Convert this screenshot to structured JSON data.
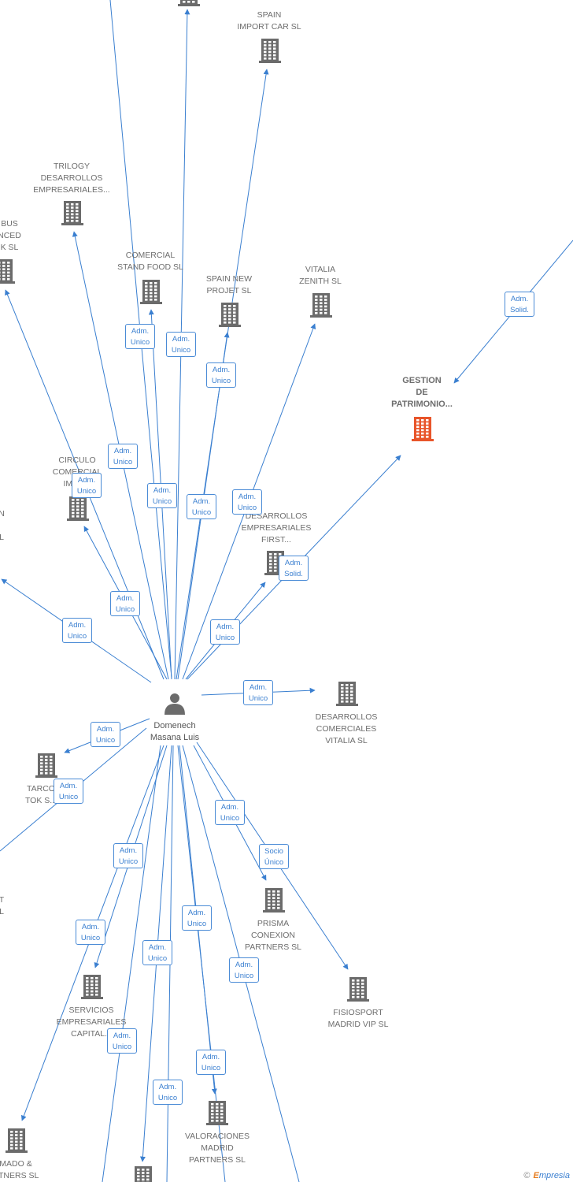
{
  "colors": {
    "edge": "#3a7fd0",
    "building": "#6b6b6b",
    "highlight": "#e8552a",
    "person": "#6b6b6b"
  },
  "person": {
    "name_line1": "Domenech",
    "name_line2": "Masana Luis",
    "icon": "person-icon"
  },
  "companies": [
    {
      "id": "top-partial",
      "lines": []
    },
    {
      "id": "spain-import-car",
      "lines": [
        "SPAIN",
        "IMPORT CAR  SL"
      ]
    },
    {
      "id": "trilogy",
      "lines": [
        "TRILOGY",
        "DESARROLLOS",
        "EMPRESARIALES..."
      ]
    },
    {
      "id": "bus-nced",
      "lines": [
        "BUS",
        "NCED",
        "K  SL"
      ]
    },
    {
      "id": "comercial-stand-food",
      "lines": [
        "COMERCIAL",
        "STAND FOOD SL"
      ]
    },
    {
      "id": "spain-new-projet",
      "lines": [
        "SPAIN NEW",
        "PROJET  SL"
      ]
    },
    {
      "id": "vitalia-zenith",
      "lines": [
        "VITALIA",
        "ZENITH  SL"
      ]
    },
    {
      "id": "gestion-patrimonio",
      "lines": [
        "GESTION",
        "DE",
        "PATRIMONIO..."
      ],
      "highlight": true
    },
    {
      "id": "circulo-comercial",
      "lines": [
        "CIRCULO",
        "COMERCIAL",
        "IMPU..."
      ]
    },
    {
      "id": "left-n",
      "lines": [
        "N",
        "",
        "L"
      ]
    },
    {
      "id": "desarrollos-first",
      "lines": [
        "DESARROLLOS",
        "EMPRESARIALES",
        "FIRST..."
      ]
    },
    {
      "id": "desarrollos-vitalia",
      "lines": [
        "DESARROLLOS",
        "COMERCIALES",
        "VITALIA  SL"
      ]
    },
    {
      "id": "tarco-tok",
      "lines": [
        "TARCO",
        "TOK  S..."
      ]
    },
    {
      "id": "left-t",
      "lines": [
        "T",
        "L"
      ]
    },
    {
      "id": "prisma-conexion",
      "lines": [
        "PRISMA",
        "CONEXION",
        "PARTNERS  SL"
      ]
    },
    {
      "id": "fisiosport",
      "lines": [
        "FISIOSPORT",
        "MADRID VIP  SL"
      ]
    },
    {
      "id": "servicios-capital",
      "lines": [
        "SERVICIOS",
        "EMPRESARIALES",
        "CAPITAL..."
      ]
    },
    {
      "id": "valoraciones-madrid",
      "lines": [
        "VALORACIONES",
        "MADRID",
        "PARTNERS  SL"
      ]
    },
    {
      "id": "mado-partners",
      "lines": [
        "MADO &",
        "RTNERS  SL"
      ]
    },
    {
      "id": "bottom-partial",
      "lines": []
    }
  ],
  "badges": [
    {
      "line1": "Adm.",
      "line2": "Solid."
    },
    {
      "line1": "Adm.",
      "line2": "Unico"
    },
    {
      "line1": "Adm.",
      "line2": "Unico"
    },
    {
      "line1": "Adm.",
      "line2": "Unico"
    },
    {
      "line1": "Adm.",
      "line2": "Unico"
    },
    {
      "line1": "Adm.",
      "line2": "Unico"
    },
    {
      "line1": "Adm.",
      "line2": "Unico"
    },
    {
      "line1": "Adm.",
      "line2": "Unico"
    },
    {
      "line1": "Adm.",
      "line2": "Unico"
    },
    {
      "line1": "Adm.",
      "line2": "Solid."
    },
    {
      "line1": "Adm.",
      "line2": "Unico"
    },
    {
      "line1": "Adm.",
      "line2": "Unico"
    },
    {
      "line1": "Adm.",
      "line2": "Unico"
    },
    {
      "line1": "Adm.",
      "line2": "Unico"
    },
    {
      "line1": "Adm.",
      "line2": "Unico"
    },
    {
      "line1": "Adm.",
      "line2": "Unico"
    },
    {
      "line1": "Adm.",
      "line2": "Unico"
    },
    {
      "line1": "Socio",
      "line2": "Único"
    },
    {
      "line1": "Adm.",
      "line2": "Unico"
    },
    {
      "line1": "Adm.",
      "line2": "Unico"
    },
    {
      "line1": "Adm.",
      "line2": "Unico"
    },
    {
      "line1": "Adm.",
      "line2": "Unico"
    },
    {
      "line1": "Adm.",
      "line2": "Unico"
    },
    {
      "line1": "Adm.",
      "line2": "Unico"
    },
    {
      "line1": "Adm.",
      "line2": "Unico"
    },
    {
      "line1": "Adm.",
      "line2": "Unico"
    }
  ],
  "footer": {
    "copyright": "©",
    "brand_initial": "E",
    "brand_rest": "mpresia"
  }
}
